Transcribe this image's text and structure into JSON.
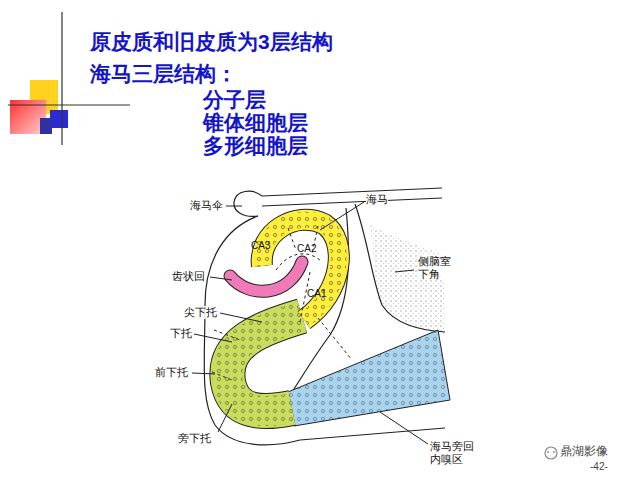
{
  "diagram": {
    "title": "原皮质和旧皮质为3层结构",
    "labels": [
      "海马三层结构：",
      "分子层",
      "锥体细胞层",
      "多形细胞层",
      "海马",
      "海马伞",
      "齿状回",
      "CA3",
      "CA2",
      "CA1",
      "侧脑室 下角",
      "尖下托",
      "下托",
      "前下托",
      "旁下托",
      "海马旁回 内嗅区",
      "鼎湖影像",
      "-42-"
    ]
  }
}
